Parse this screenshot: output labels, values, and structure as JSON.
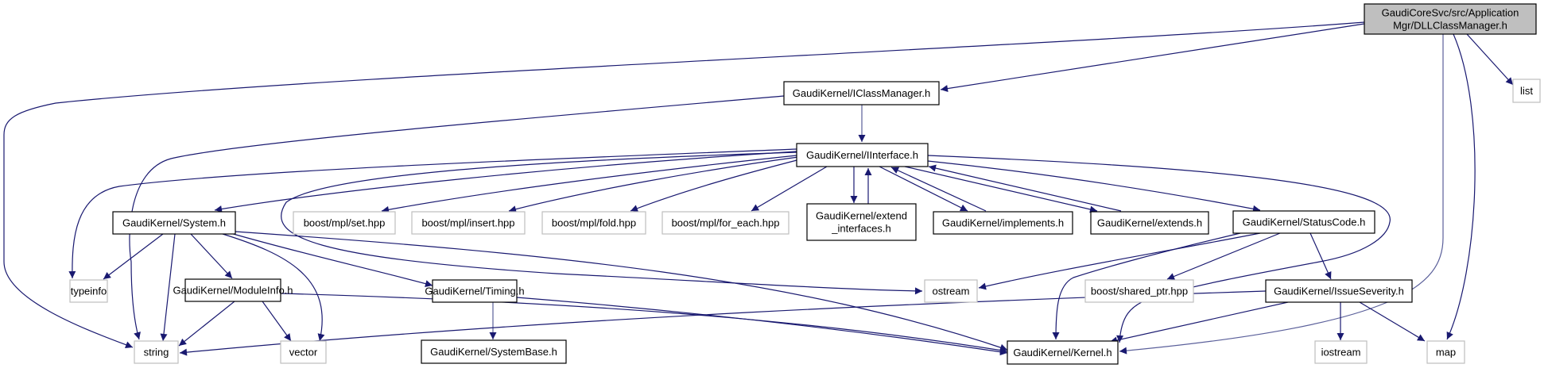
{
  "title": "DLLClassManager.h include dependency graph",
  "colors": {
    "edge": "#191970",
    "edge_light": "#5a5f9a",
    "root_fill": "#bfbfbf",
    "node_border": "#000000",
    "external_border": "#bfbfbf",
    "node_fill": "#ffffff"
  },
  "nodes": [
    {
      "id": "root",
      "lines": [
        "GaudiCoreSvc/src/Application",
        "Mgr/DLLClassManager.h"
      ],
      "kind": "root"
    },
    {
      "id": "iclassmanager",
      "lines": [
        "GaudiKernel/IClassManager.h"
      ],
      "kind": "internal"
    },
    {
      "id": "list",
      "lines": [
        "list"
      ],
      "kind": "external"
    },
    {
      "id": "iinterface",
      "lines": [
        "GaudiKernel/IInterface.h"
      ],
      "kind": "internal"
    },
    {
      "id": "system",
      "lines": [
        "GaudiKernel/System.h"
      ],
      "kind": "internal"
    },
    {
      "id": "mpl_set",
      "lines": [
        "boost/mpl/set.hpp"
      ],
      "kind": "external"
    },
    {
      "id": "mpl_insert",
      "lines": [
        "boost/mpl/insert.hpp"
      ],
      "kind": "external"
    },
    {
      "id": "mpl_fold",
      "lines": [
        "boost/mpl/fold.hpp"
      ],
      "kind": "external"
    },
    {
      "id": "mpl_for_each",
      "lines": [
        "boost/mpl/for_each.hpp"
      ],
      "kind": "external"
    },
    {
      "id": "extend_interfaces",
      "lines": [
        "GaudiKernel/extend",
        "_interfaces.h"
      ],
      "kind": "internal"
    },
    {
      "id": "implements",
      "lines": [
        "GaudiKernel/implements.h"
      ],
      "kind": "internal"
    },
    {
      "id": "extends",
      "lines": [
        "GaudiKernel/extends.h"
      ],
      "kind": "internal"
    },
    {
      "id": "statuscode",
      "lines": [
        "GaudiKernel/StatusCode.h"
      ],
      "kind": "internal"
    },
    {
      "id": "typeinfo",
      "lines": [
        "typeinfo"
      ],
      "kind": "external"
    },
    {
      "id": "moduleinfo",
      "lines": [
        "GaudiKernel/ModuleInfo.h"
      ],
      "kind": "internal"
    },
    {
      "id": "timing",
      "lines": [
        "GaudiKernel/Timing.h"
      ],
      "kind": "internal"
    },
    {
      "id": "ostream",
      "lines": [
        "ostream"
      ],
      "kind": "external"
    },
    {
      "id": "shared_ptr",
      "lines": [
        "boost/shared_ptr.hpp"
      ],
      "kind": "external"
    },
    {
      "id": "issueseverity",
      "lines": [
        "GaudiKernel/IssueSeverity.h"
      ],
      "kind": "internal"
    },
    {
      "id": "string",
      "lines": [
        "string"
      ],
      "kind": "external"
    },
    {
      "id": "vector",
      "lines": [
        "vector"
      ],
      "kind": "external"
    },
    {
      "id": "systembase",
      "lines": [
        "GaudiKernel/SystemBase.h"
      ],
      "kind": "internal"
    },
    {
      "id": "kernel",
      "lines": [
        "GaudiKernel/Kernel.h"
      ],
      "kind": "internal"
    },
    {
      "id": "iostream",
      "lines": [
        "iostream"
      ],
      "kind": "external"
    },
    {
      "id": "map",
      "lines": [
        "map"
      ],
      "kind": "external"
    }
  ],
  "edges": [
    {
      "from": "root",
      "to": "string"
    },
    {
      "from": "root",
      "to": "iclassmanager"
    },
    {
      "from": "root",
      "to": "list"
    },
    {
      "from": "root",
      "to": "kernel"
    },
    {
      "from": "root",
      "to": "map"
    },
    {
      "from": "iclassmanager",
      "to": "iinterface"
    },
    {
      "from": "iclassmanager",
      "to": "string"
    },
    {
      "from": "iinterface",
      "to": "system"
    },
    {
      "from": "iinterface",
      "to": "mpl_set"
    },
    {
      "from": "iinterface",
      "to": "mpl_insert"
    },
    {
      "from": "iinterface",
      "to": "mpl_fold"
    },
    {
      "from": "iinterface",
      "to": "mpl_for_each"
    },
    {
      "from": "iinterface",
      "to": "extend_interfaces"
    },
    {
      "from": "iinterface",
      "to": "implements"
    },
    {
      "from": "iinterface",
      "to": "extends"
    },
    {
      "from": "iinterface",
      "to": "statuscode"
    },
    {
      "from": "iinterface",
      "to": "typeinfo"
    },
    {
      "from": "iinterface",
      "to": "ostream"
    },
    {
      "from": "iinterface",
      "to": "kernel"
    },
    {
      "from": "extend_interfaces",
      "to": "iinterface"
    },
    {
      "from": "implements",
      "to": "iinterface"
    },
    {
      "from": "extends",
      "to": "iinterface"
    },
    {
      "from": "system",
      "to": "typeinfo"
    },
    {
      "from": "system",
      "to": "string"
    },
    {
      "from": "system",
      "to": "moduleinfo"
    },
    {
      "from": "system",
      "to": "vector"
    },
    {
      "from": "system",
      "to": "timing"
    },
    {
      "from": "system",
      "to": "kernel"
    },
    {
      "from": "moduleinfo",
      "to": "string"
    },
    {
      "from": "moduleinfo",
      "to": "vector"
    },
    {
      "from": "moduleinfo",
      "to": "kernel"
    },
    {
      "from": "timing",
      "to": "systembase"
    },
    {
      "from": "timing",
      "to": "kernel"
    },
    {
      "from": "statuscode",
      "to": "ostream"
    },
    {
      "from": "statuscode",
      "to": "shared_ptr"
    },
    {
      "from": "statuscode",
      "to": "kernel"
    },
    {
      "from": "statuscode",
      "to": "issueseverity"
    },
    {
      "from": "issueseverity",
      "to": "string"
    },
    {
      "from": "issueseverity",
      "to": "kernel"
    },
    {
      "from": "issueseverity",
      "to": "iostream"
    },
    {
      "from": "issueseverity",
      "to": "map"
    }
  ]
}
